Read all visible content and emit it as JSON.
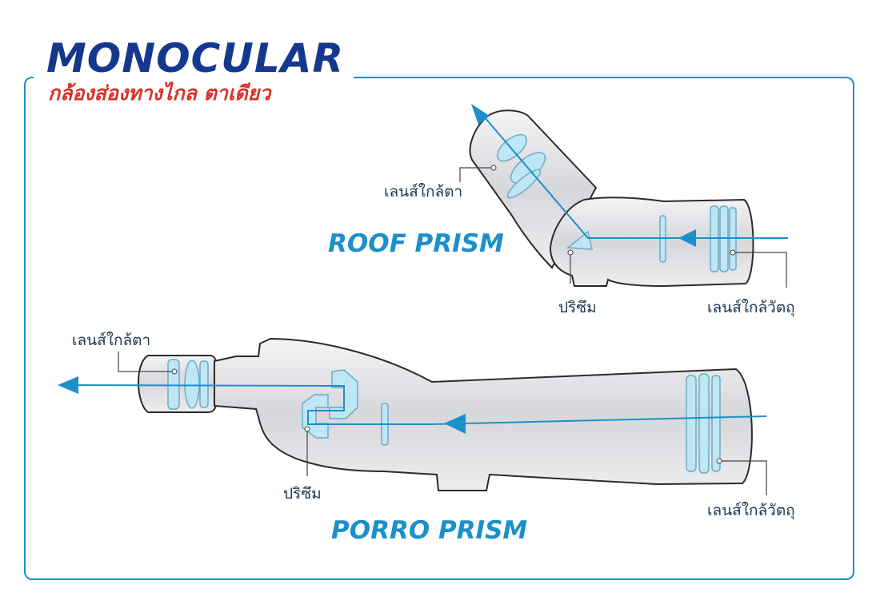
{
  "header": {
    "title": "MONOCULAR",
    "subtitle": "กล้องส่องทางไกล ตาเดียว"
  },
  "roof": {
    "name": "ROOF PRISM",
    "eyepiece_label": "เลนส์ใกล้ตา",
    "prism_label": "ปริซึม",
    "objective_label": "เลนส์ใกล้วัตถุ"
  },
  "porro": {
    "name": "PORRO PRISM",
    "eyepiece_label": "เลนส์ใกล้ตา",
    "prism_label": "ปริซึม",
    "objective_label": "เลนส์ใกล้วัตถุ"
  },
  "colors": {
    "accent_blue": "#1d8fc9",
    "title_navy": "#15388f",
    "subtitle_red": "#d8322a",
    "lens_cyan": "#bfe6f5",
    "body_gray": "#dcdde0"
  }
}
